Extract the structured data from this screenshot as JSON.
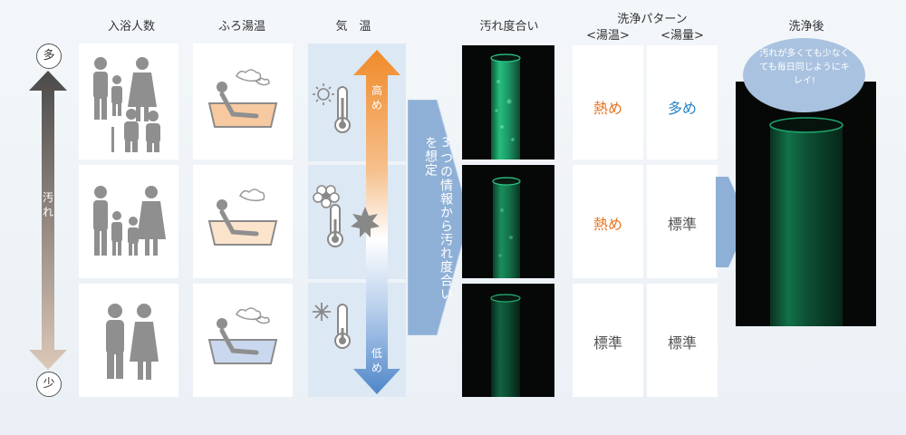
{
  "headers": {
    "bathers": "入浴人数",
    "bath_temp": "ふろ湯温",
    "air_temp": "気　温",
    "dirt_level": "汚れ度合い",
    "pattern_title": "洗浄パターン",
    "pattern_sub_temp": "<湯温>",
    "pattern_sub_volume": "<湯量>",
    "after": "洗浄後"
  },
  "scale": {
    "more": "多",
    "dirt": "汚れ",
    "less": "少"
  },
  "temperature": {
    "high": "高め",
    "low": "低め"
  },
  "arrow_text": "3つの情報から汚れ度合いを想定",
  "bubble": "汚れが多くても少なくても毎日同じようにキレイ!",
  "patterns": [
    {
      "temp": "熱め",
      "volume": "多め"
    },
    {
      "temp": "熱め",
      "volume": "標準"
    },
    {
      "temp": "標準",
      "volume": "標準"
    }
  ],
  "colors": {
    "hot": "#e8731f",
    "more": "#2a84c6",
    "standard": "#555555",
    "glow": "#22c07a",
    "tube_bg": "#050807"
  },
  "icons": [
    "family-large-icon",
    "family-medium-icon",
    "couple-icon",
    "bathtub-icon",
    "sun-icon",
    "flower-icon",
    "snowflake-icon",
    "leaf-icon",
    "thermometer-icon"
  ]
}
